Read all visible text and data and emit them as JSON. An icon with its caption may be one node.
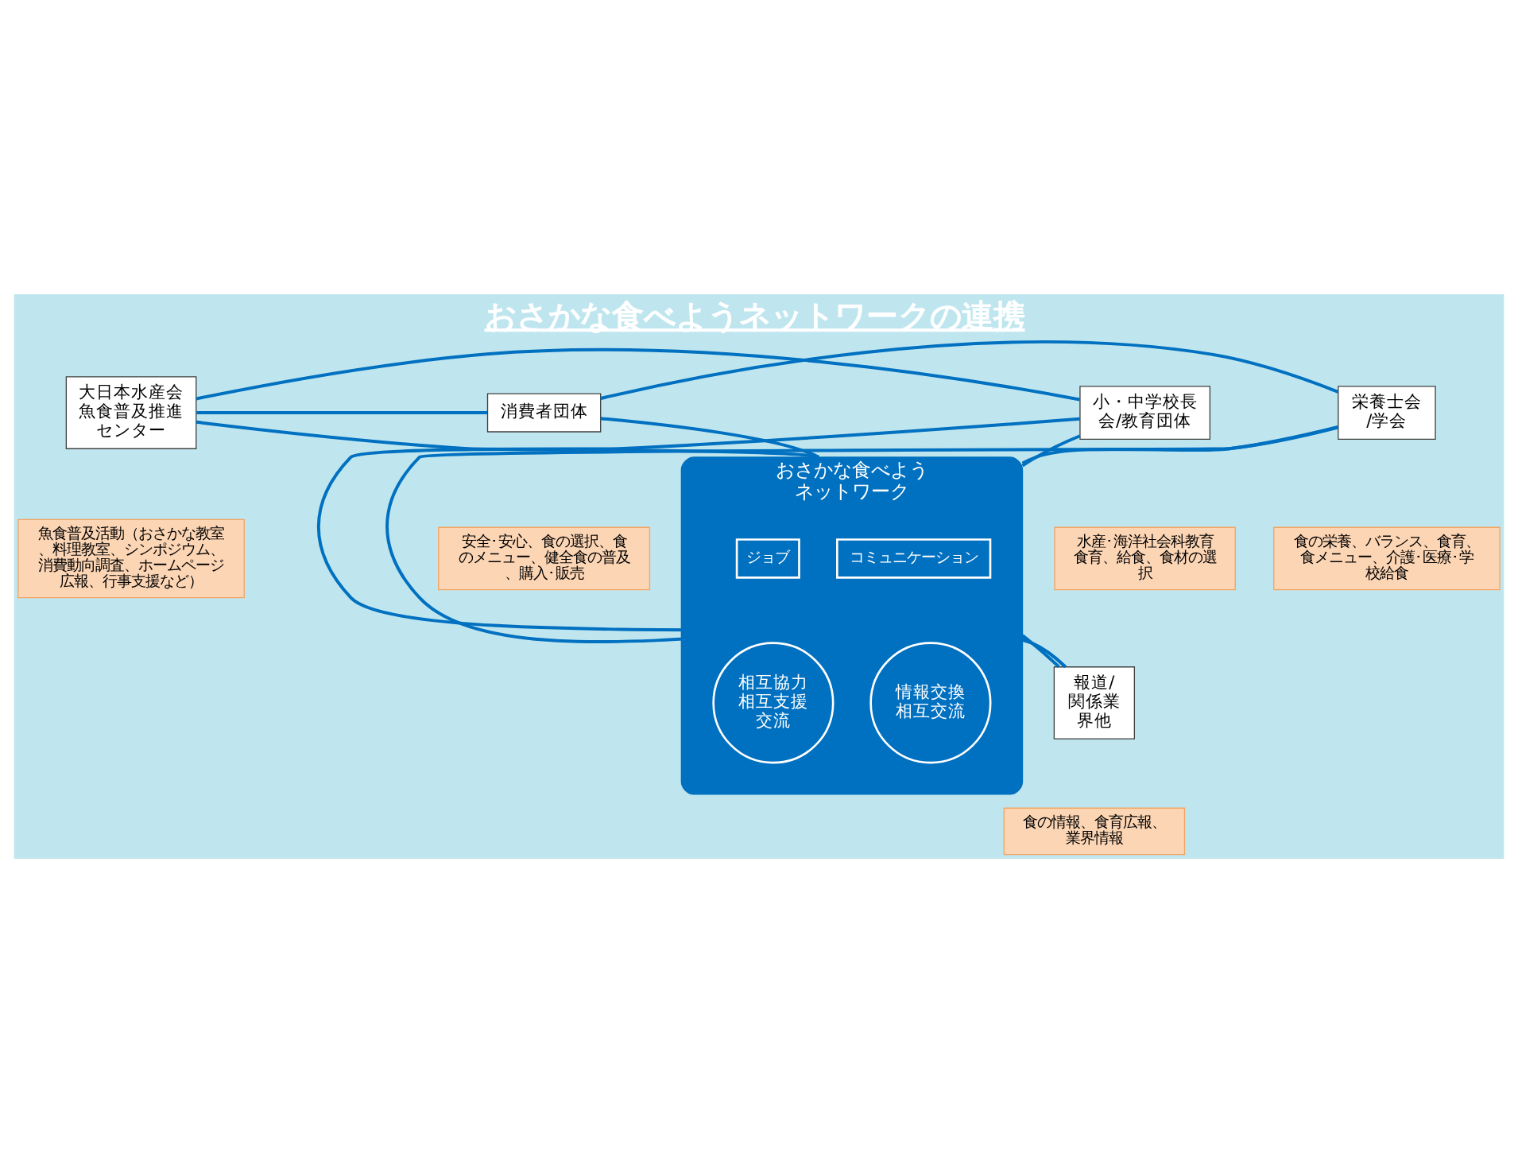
{
  "diagram": {
    "title": "おさかな食べようネットワークの連携",
    "nodes": [
      {
        "text": [
          "おさかな食べようネットワーク"
        ]
      },
      {
        "text": [
          "コミュニケーション"
        ],
        "in": 0
      },
      {
        "text": [
          "ジョブ"
        ],
        "in": 0
      },
      {
        "text": [
          "情報交換相互交流"
        ],
        "in": 0
      },
      {
        "text": [
          "相互協力相互支援交流"
        ],
        "in": 0
      },
      {
        "text": [
          "消費者団体"
        ]
      },
      {
        "text": [
          "安全･安心、食の選択、食のメニュー、健全食の普及、購入･販売"
        ]
      },
      {
        "text": [
          "大日本水産会魚食普及推進センター"
        ]
      },
      {
        "text": [
          "魚食普及活動（おさかな教室、料理教室、シンポジウム、消費動向調査、ホームページ広報、行事支援など）"
        ]
      },
      {
        "text": [
          "栄養士会/学会"
        ]
      },
      {
        "text": [
          "食の栄養、バランス、食育、食メニュー、介護･医療･学校給食"
        ]
      },
      {
        "text": [
          "小・中学校長会/教育団体"
        ]
      },
      {
        "text": [
          "水産･海洋社会科教育食育、給食、食材の選択"
        ]
      },
      {
        "text": [
          "報道/関係業界他"
        ]
      },
      {
        "text": [
          "食の情報、食育広報、業界情報"
        ]
      }
    ],
    "edges": [
      {
        "from": 5,
        "to": 0,
        "arrow": "none"
      },
      {
        "from": 7,
        "to": 0,
        "arrow": "none"
      },
      {
        "from": 9,
        "to": 0,
        "arrow": "none"
      },
      {
        "from": 11,
        "to": 0,
        "arrow": "none"
      },
      {
        "from": 0,
        "to": 13,
        "arrow": "none"
      },
      {
        "from": 5,
        "to": 7,
        "arrow": "none"
      },
      {
        "from": 7,
        "to": 11,
        "arrow": "none"
      },
      {
        "from": 11,
        "to": 13,
        "arrow": "none"
      },
      {
        "from": 13,
        "to": 9,
        "arrow": "none"
      },
      {
        "from": 9,
        "to": 5,
        "arrow": "none"
      }
    ]
  }
}
